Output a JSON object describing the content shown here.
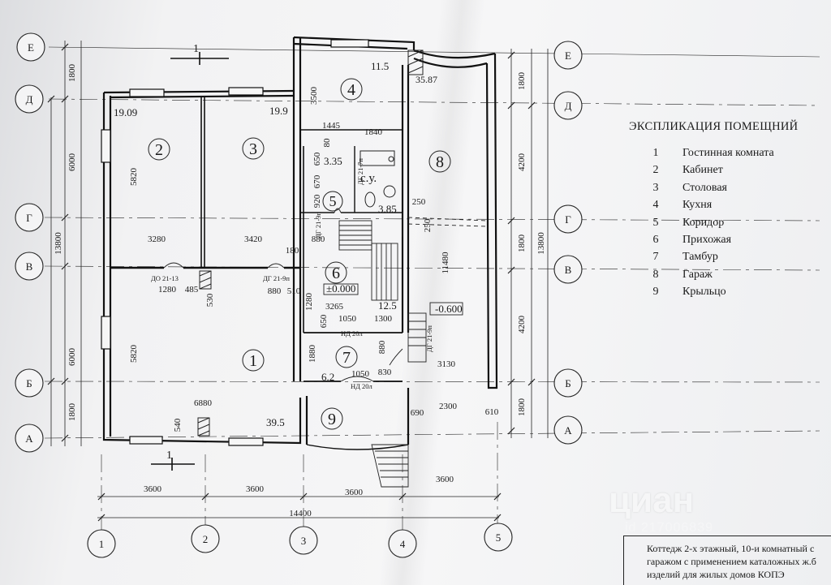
{
  "legend": {
    "title": "ЭКСПЛИКАЦИЯ ПОМЕЩНИЙ",
    "items": [
      {
        "num": "1",
        "name": "Гостинная комната"
      },
      {
        "num": "2",
        "name": "Кабинет"
      },
      {
        "num": "3",
        "name": "Столовая"
      },
      {
        "num": "4",
        "name": "Кухня"
      },
      {
        "num": "5",
        "name": "Коридор"
      },
      {
        "num": "6",
        "name": "Прихожая"
      },
      {
        "num": "7",
        "name": "Тамбур"
      },
      {
        "num": "8",
        "name": "Гараж"
      },
      {
        "num": "9",
        "name": "Крыльцо"
      }
    ]
  },
  "axes": {
    "rows": [
      "Е",
      "Д",
      "Г",
      "В",
      "Б",
      "А"
    ],
    "cols": [
      "1",
      "2",
      "3",
      "4",
      "5"
    ]
  },
  "rooms": [
    "1",
    "2",
    "3",
    "4",
    "5",
    "6",
    "7",
    "8",
    "9"
  ],
  "areas": {
    "r1": "39.5",
    "r2": "19.09",
    "r3": "19.9",
    "r4": "11.5",
    "r5": "3.35",
    "r6": "12.5",
    "r7": "6.2",
    "r8": "35.87",
    "wc": "3.85"
  },
  "labels": {
    "wc": "с.у.",
    "level_zero": "±0.000",
    "level_garage": "-0.600",
    "section_mark": "1"
  },
  "doors": {
    "d1": "ДО 21-13",
    "d2": "ДГ 21-9п",
    "d3": "ДГ 21-9п",
    "d4": "ДГ 21-7п",
    "d5": "НД 20л",
    "d6": "НД 20л",
    "d7": "ДГ 21-9п"
  },
  "dims": {
    "left": [
      "1800",
      "6000",
      "13800",
      "6000",
      "1800"
    ],
    "right": [
      "1800",
      "4200",
      "1800",
      "13800",
      "4200",
      "1800"
    ],
    "bottom": [
      "3600",
      "3600",
      "3600",
      "3600",
      "14400"
    ],
    "inner_w": [
      "3280",
      "3420",
      "1445",
      "1840",
      "880",
      "180",
      "1280",
      "485",
      "880",
      "510",
      "3265",
      "1050",
      "1300",
      "1050",
      "830",
      "3130",
      "6880",
      "2300",
      "690",
      "610",
      "250",
      "250"
    ],
    "inner_h": [
      "5820",
      "5820",
      "3500",
      "80",
      "670",
      "650",
      "920",
      "11480",
      "530",
      "1280",
      "650",
      "1880",
      "880",
      "540"
    ]
  },
  "stamp": {
    "line1": "Коттедж 2-х этажный, 10-и комнатный с",
    "line2": "гаражом с применением каталожных ж.б",
    "line3": "изделий для жилых домов КОПЭ"
  },
  "watermark": {
    "brand": "циан",
    "id": "id 217006839"
  }
}
